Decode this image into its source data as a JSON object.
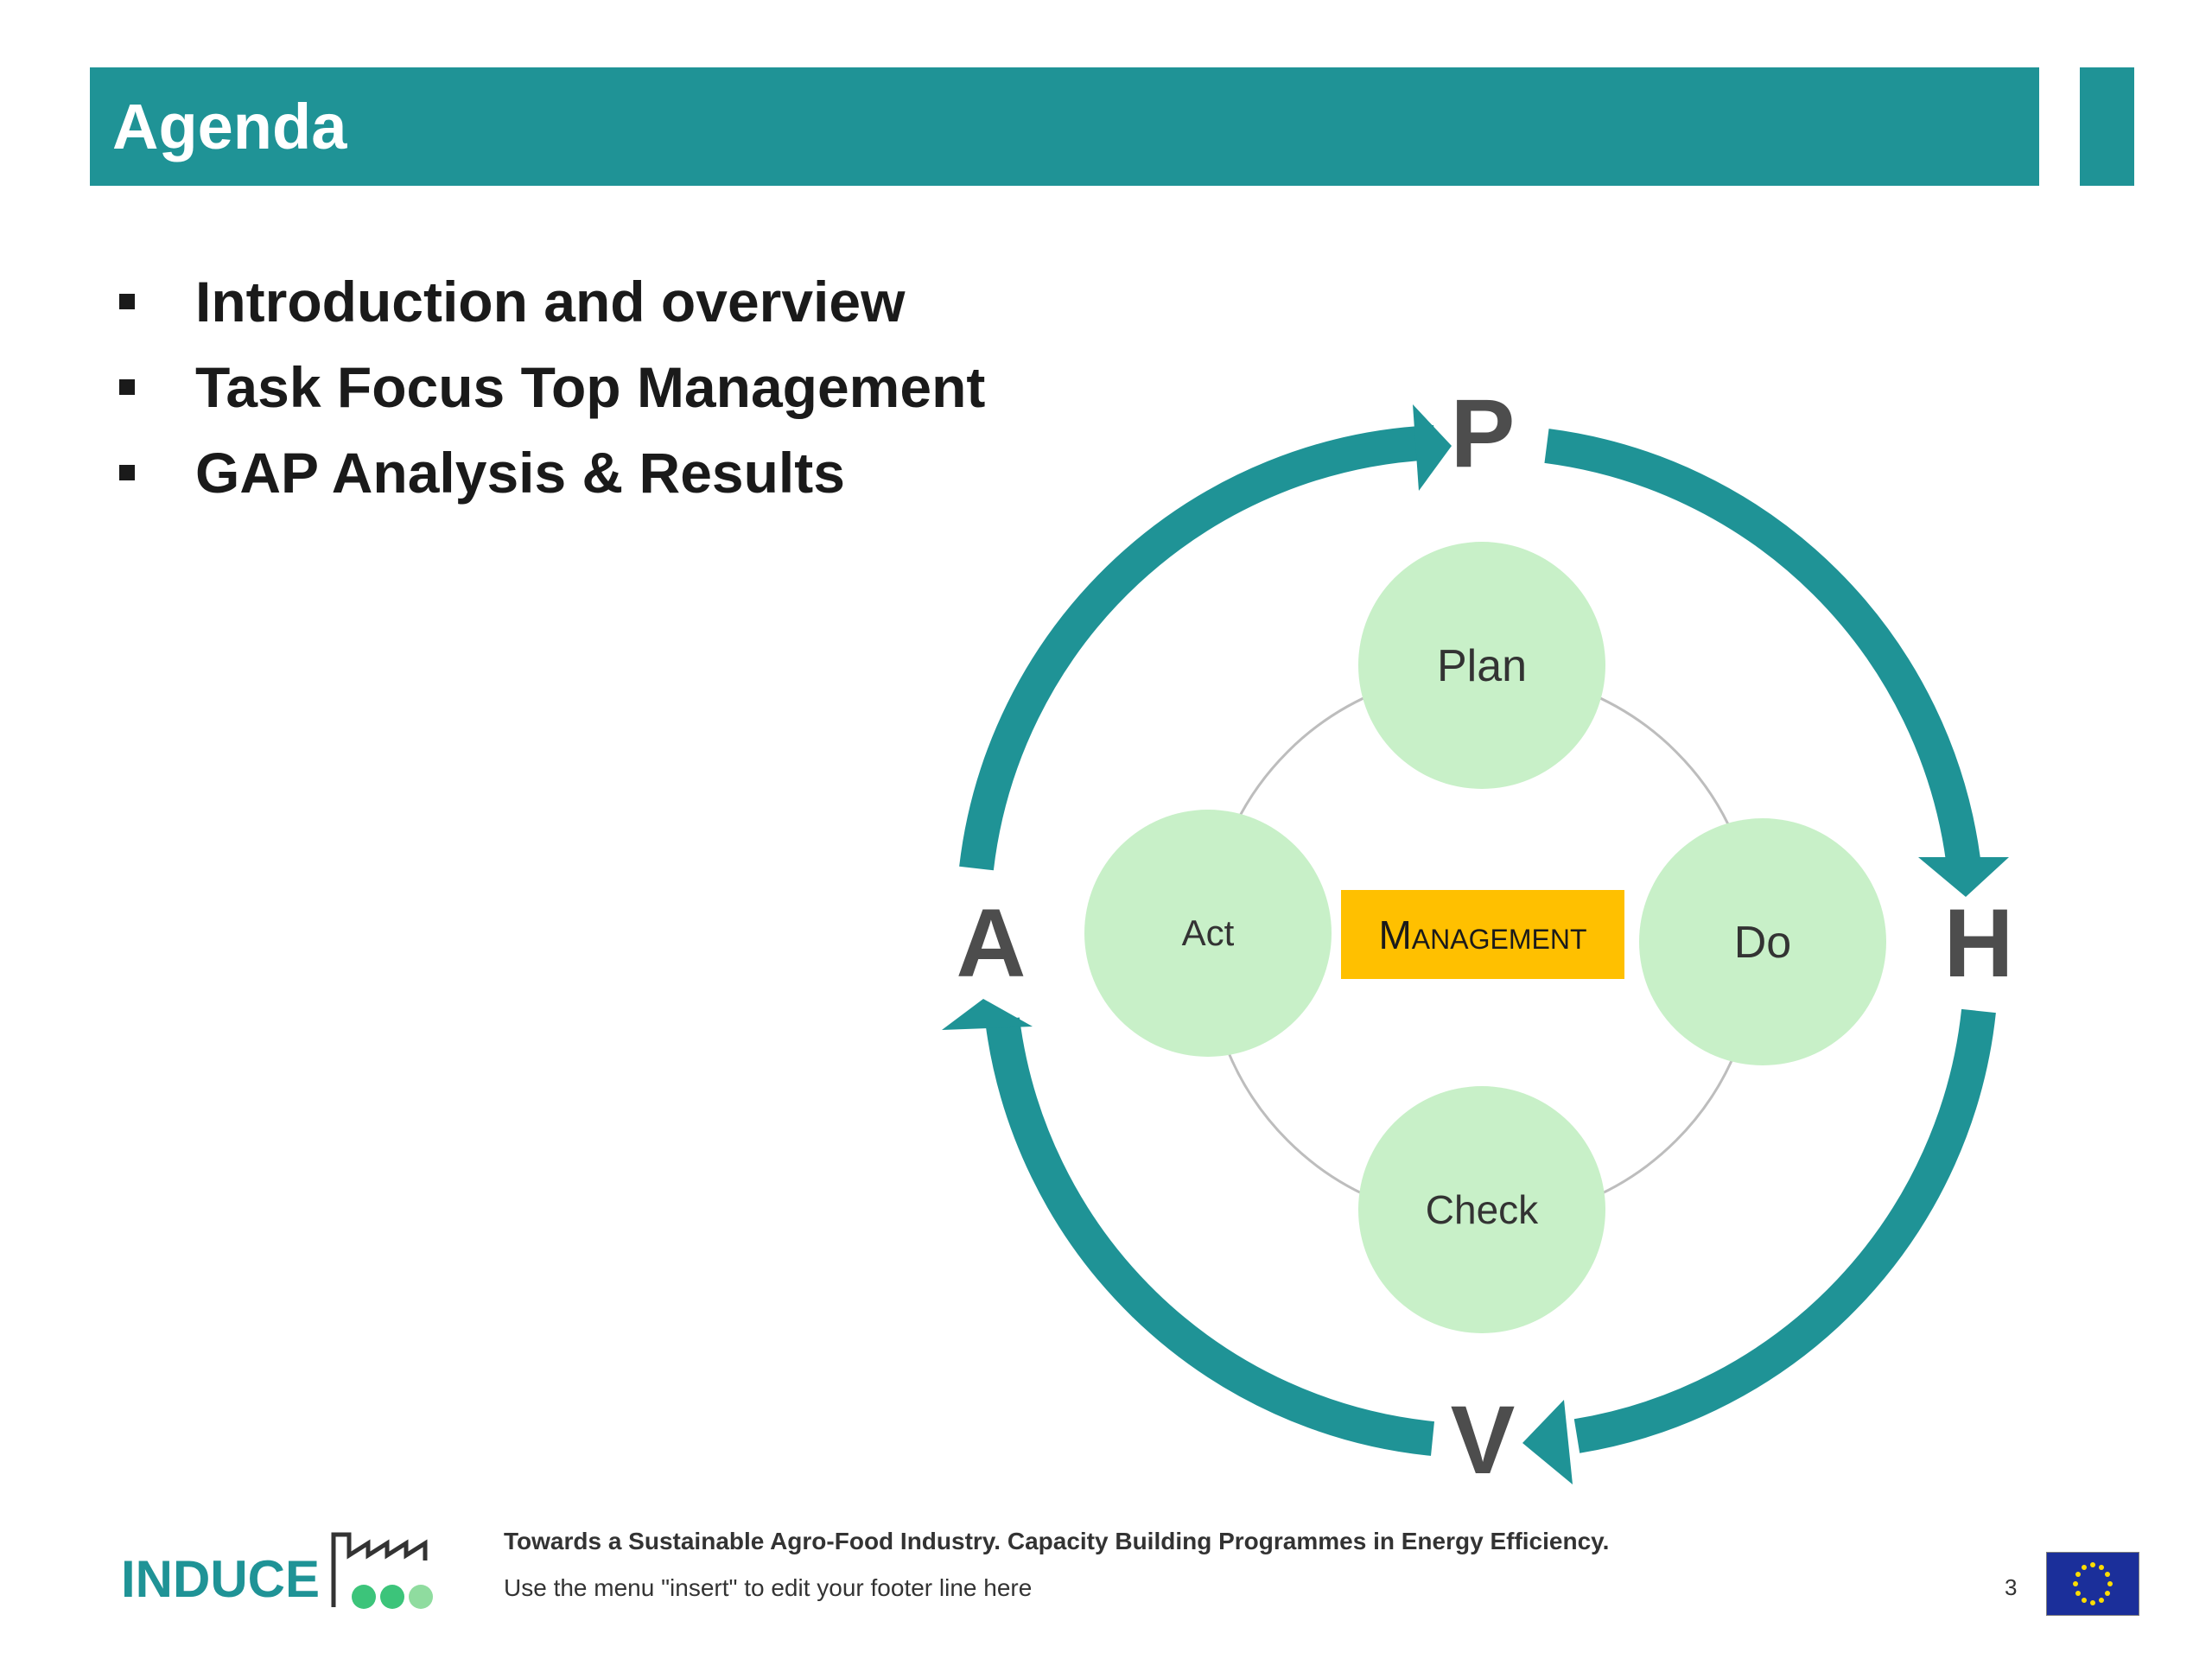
{
  "slide": {
    "title": "Agenda",
    "page_number": "3"
  },
  "agenda": {
    "items": [
      "Introduction and overview",
      "Task Focus Top Management",
      "GAP Analysis & Results"
    ]
  },
  "cycle": {
    "letters": {
      "top": "P",
      "right": "H",
      "bottom": "V",
      "left": "A"
    },
    "nodes": {
      "top": "Plan",
      "right": "Do",
      "bottom": "Check",
      "left": "Act"
    },
    "center": "Management"
  },
  "footer": {
    "logo_text": "INDUCE",
    "line1": "Towards a Sustainable Agro-Food Industry. Capacity Building Programmes in Energy Efficiency.",
    "line2": "Use the menu \"insert\" to edit your footer line here"
  },
  "colors": {
    "teal": "#1f9396",
    "node_green": "#c8f0c8",
    "center_yellow": "#ffc000",
    "letter_gray": "#4d4d4d",
    "logo_green": "#3cc47a",
    "eu_blue": "#1b2f9a",
    "eu_star": "#ffdd00"
  }
}
